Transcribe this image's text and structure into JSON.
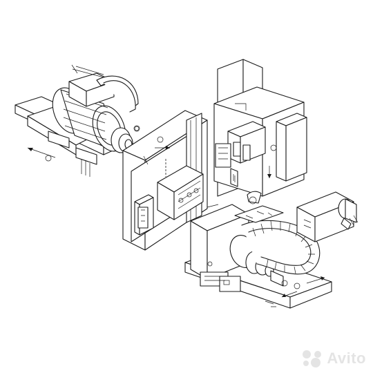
{
  "image": {
    "background": "#ffffff",
    "line_color": "#1a1a1a",
    "components": [
      {
        "name": "spindle-motor-assembly",
        "icon": "motor-icon"
      },
      {
        "name": "turret-column-assembly",
        "icon": "column-icon"
      },
      {
        "name": "tool-changer-assembly",
        "icon": "tool-changer-icon"
      },
      {
        "name": "chain-magazine-assembly",
        "icon": "chain-magazine-icon"
      }
    ]
  },
  "watermark": {
    "text": "Avito",
    "color": "#cfcfcf",
    "logo_colors": [
      "#cfcfcf",
      "#cfcfcf",
      "#cfcfcf",
      "#cfcfcf"
    ]
  }
}
